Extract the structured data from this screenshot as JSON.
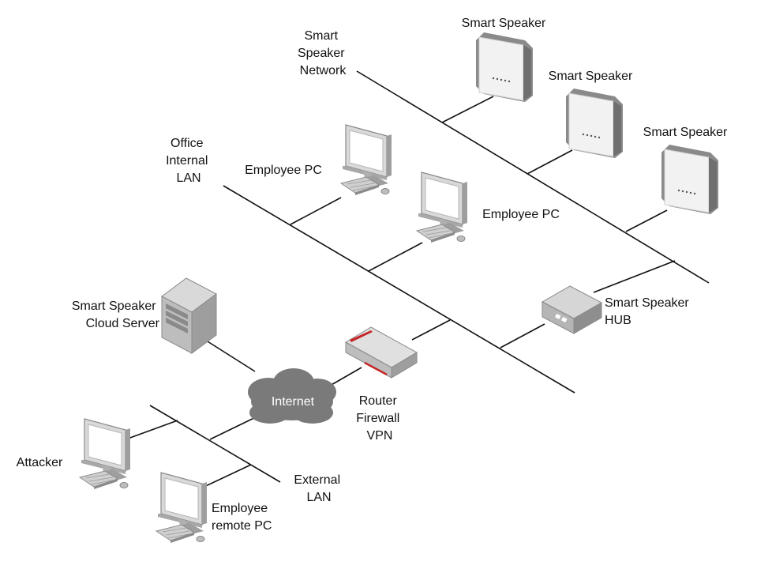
{
  "networks": {
    "smart_speaker_network": [
      "Smart",
      "Speaker",
      "Network"
    ],
    "office_internal_lan": [
      "Office",
      "Internal",
      "LAN"
    ],
    "external_lan": [
      "External",
      "LAN"
    ]
  },
  "devices": {
    "smart_speaker_1": "Smart Speaker",
    "smart_speaker_2": "Smart Speaker",
    "smart_speaker_3": "Smart Speaker",
    "employee_pc_1": "Employee PC",
    "employee_pc_2": "Employee PC",
    "cloud_server": [
      "Smart Speaker",
      "Cloud Server"
    ],
    "hub": [
      "Smart Speaker",
      "HUB"
    ],
    "router": [
      "Router",
      "Firewall",
      "VPN"
    ],
    "internet": "Internet",
    "attacker": "Attacker",
    "remote_pc": [
      "Employee",
      "remote PC"
    ]
  },
  "icons": {
    "speaker": "smart-speaker-icon",
    "pc": "desktop-pc-icon",
    "server": "tower-server-icon",
    "router": "router-icon",
    "hub": "hub-icon",
    "cloud": "cloud-icon"
  },
  "colors": {
    "line": "#111111",
    "device_light": "#e6e6e6",
    "device_mid": "#bdbdbd",
    "device_dark": "#8a8a8a",
    "cloud": "#7a7a7a",
    "router_accent": "#c62828"
  }
}
